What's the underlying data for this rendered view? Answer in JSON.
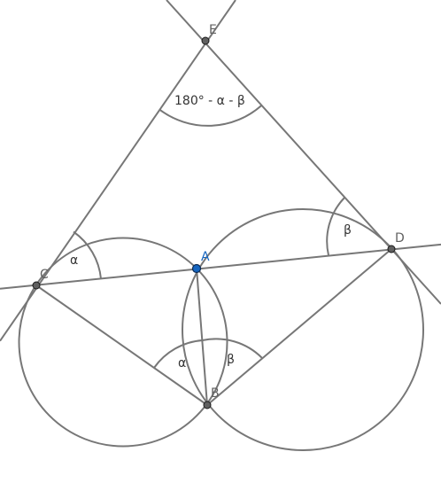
{
  "points": {
    "E": "E",
    "A": "A",
    "C": "C",
    "D": "D",
    "B": "B"
  },
  "angles": {
    "apex": "180° - α - β",
    "alpha_at_C": "α",
    "beta_at_D": "β",
    "alpha_at_B": "α",
    "beta_at_B": "β"
  },
  "colors": {
    "stroke": "#777777",
    "point_fill": "#606060",
    "free_point": "#1565c0"
  }
}
